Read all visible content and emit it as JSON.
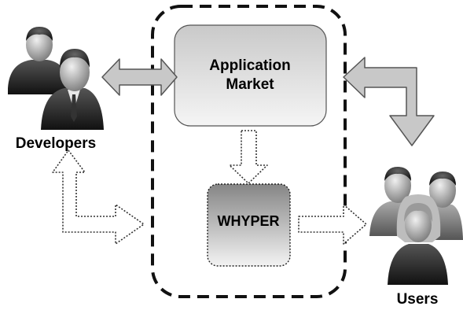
{
  "nodes": {
    "developers": "Developers",
    "market_line1": "Application",
    "market_line2": "Market",
    "whyper": "WHYPER",
    "users": "Users"
  },
  "icons": {
    "developers": "developer-group-icon",
    "users": "user-group-icon"
  },
  "colors": {
    "container_border": "#111111",
    "arrow_fill": "#c8c8c8",
    "arrow_stroke": "#555555",
    "market_gradient_top": "#c8c8c8",
    "market_gradient_bottom": "#f4f4f4",
    "whyper_gradient_top": "#8a8a8a",
    "whyper_gradient_bottom": "#f2f2f2"
  }
}
